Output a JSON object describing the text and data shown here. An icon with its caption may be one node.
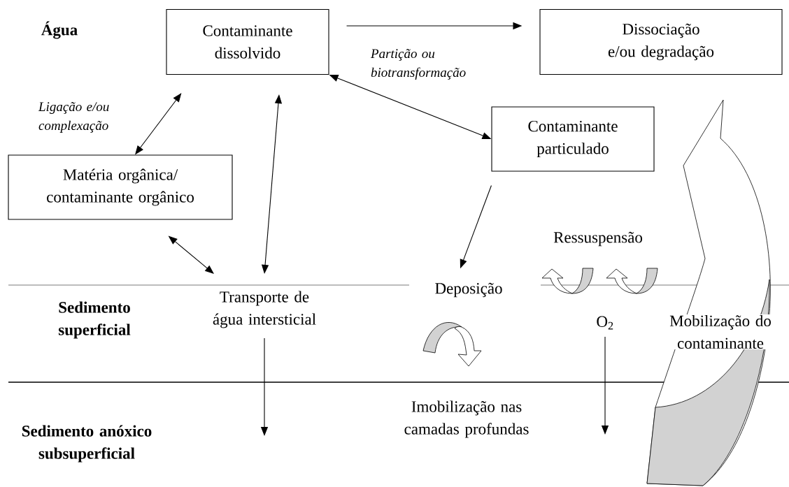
{
  "diagram": {
    "nodes": [
      {
        "text": [
          "Contaminante dissolvido"
        ]
      },
      {
        "text": [
          "Dissociação e/ou degradação"
        ]
      },
      {
        "text": [
          "Contaminante particulado"
        ]
      },
      {
        "text": [
          "Matéria orgânica/ contaminante orgânico"
        ]
      },
      {
        "text": [
          "Transporte de água intersticial"
        ]
      },
      {
        "text": [
          "Deposição"
        ]
      },
      {
        "text": [
          "O$_{2}$"
        ]
      }
    ],
    "edges": [
      {
        "from": 0,
        "to": 1,
        "arrow": "to"
      },
      {
        "from": 0,
        "to": 2,
        "arrow": "both",
        "label": "Partição ou biotransformação"
      },
      {
        "from": 0,
        "to": 3,
        "arrow": "both",
        "label": "Ligação e/ou complexação"
      },
      {
        "from": 0,
        "to": 4,
        "arrow": "both"
      },
      {
        "from": 3,
        "to": 4,
        "arrow": "both"
      },
      {
        "from": 2,
        "to": 5,
        "arrow": "to"
      },
      {
        "from": 4,
        "to": null,
        "arrow": "to"
      },
      {
        "from": 6,
        "to": null,
        "arrow": "to"
      }
    ],
    "labels": [
      "Água",
      "Ressuspensão",
      "Sedimento superficial",
      "Mobilização do contaminante",
      "Imobilização nas camadas profundas",
      "Sedimento anóxico subsuperficial"
    ]
  }
}
